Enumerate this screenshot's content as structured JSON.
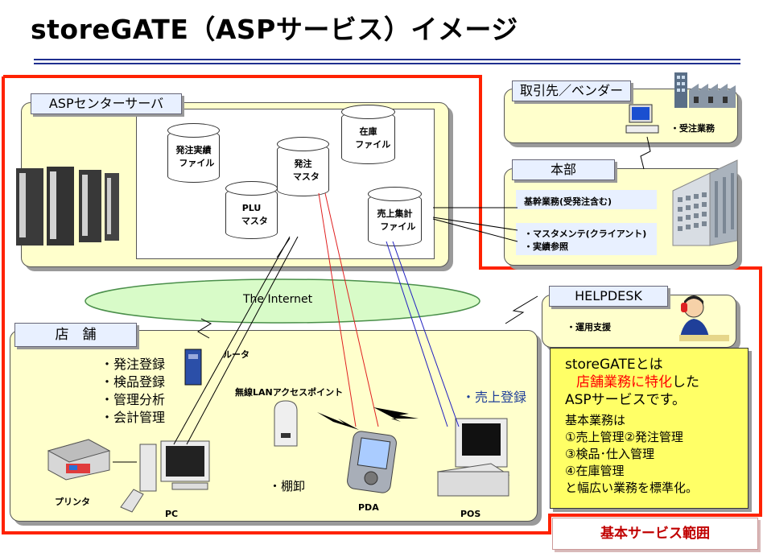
{
  "title": "storeGATE（ASPサービス）イメージ",
  "asp_center": {
    "label": "ASPセンターサーバ",
    "files": [
      {
        "line1": "発注実績",
        "line2": "ファイル"
      },
      {
        "line1": "発注",
        "line2": "マスタ"
      },
      {
        "line1": "在庫",
        "line2": "ファイル"
      },
      {
        "line1": "PLU",
        "line2": "マスタ"
      },
      {
        "line1": "売上集計",
        "line2": "ファイル"
      }
    ]
  },
  "vendor": {
    "label": "取引先／ベンダー",
    "task": "・受注業務"
  },
  "hq": {
    "label": "本部",
    "task1": "基幹業務(受発注含む)",
    "task2": "・マスタメンテ(クライアント)",
    "task3": "・実績参照"
  },
  "internet": "The Internet",
  "helpdesk": {
    "label": "HELPDESK",
    "task": "・運用支援"
  },
  "store": {
    "label": "店　舗",
    "tasks": [
      "・発注登録",
      "・検品登録",
      "・管理分析",
      "・会計管理"
    ],
    "router": "ルータ",
    "wireless": "無線LANアクセスポイント",
    "sales_reg": "・売上登録",
    "stocktake": "・棚卸",
    "devices": {
      "printer": "プリンタ",
      "pc": "PC",
      "pda": "PDA",
      "pos": "POS"
    }
  },
  "summary": {
    "line1": "storeGATEとは",
    "line2_red": "店舗業務に特化",
    "line2_end": "した",
    "line3": "ASPサービスです。",
    "line4": "基本業務は",
    "line5": "①売上管理②発注管理",
    "line6": "③検品･仕入管理",
    "line7": "④在庫管理",
    "line8": "と幅広い業務を標準化。"
  },
  "service_range": "基本サービス範囲"
}
